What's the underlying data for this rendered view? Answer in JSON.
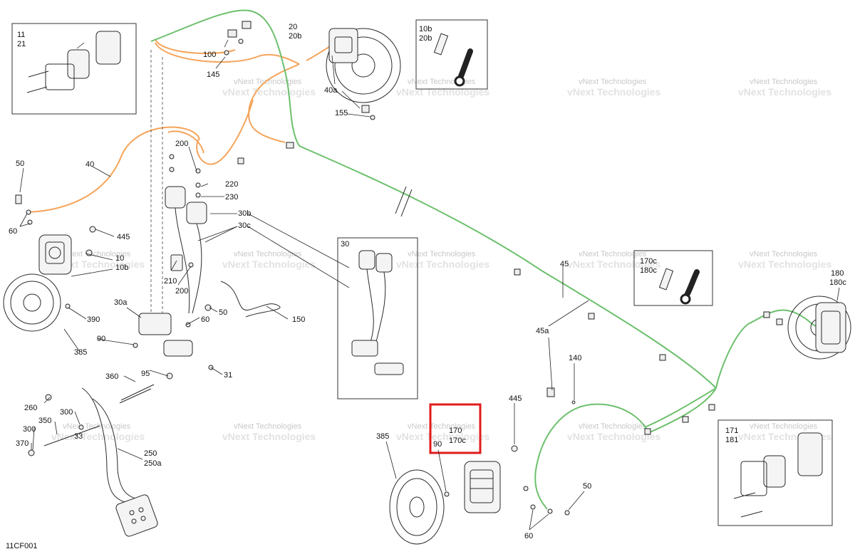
{
  "diagram_code": "11CF001",
  "watermark": {
    "line1": "vNext Technologies",
    "line2": "vNext Technologies"
  },
  "colors": {
    "orange_hose": "#f5a45a",
    "green_hose": "#6cc06c",
    "highlight_box": "#e01b1b"
  },
  "labels": {
    "l_11": "11",
    "l_21": "21",
    "l_20": "20",
    "l_20b": "20b",
    "l_100": "100",
    "l_145": "145",
    "l_40a": "40a",
    "l_155": "155",
    "l_10b_box": "10b",
    "l_20b_box": "20b",
    "l_40": "40",
    "l_50_left": "50",
    "l_60_left": "60",
    "l_200_top": "200",
    "l_220": "220",
    "l_230": "230",
    "l_30b": "30b",
    "l_30c": "30c",
    "l_445_left": "445",
    "l_10": "10",
    "l_10b": "10b",
    "l_210": "210",
    "l_200_mid": "200",
    "l_390": "390",
    "l_385_left": "385",
    "l_30a": "30a",
    "l_90_left": "90",
    "l_95": "95",
    "l_60_mid": "60",
    "l_50_mid": "50",
    "l_150": "150",
    "l_31": "31",
    "l_360": "360",
    "l_260": "260",
    "l_300_a": "300",
    "l_300_b": "300",
    "l_350": "350",
    "l_33": "33",
    "l_370": "370",
    "l_250": "250",
    "l_250a": "250a",
    "l_30_box": "30",
    "l_45": "45",
    "l_45a": "45a",
    "l_140": "140",
    "l_170c_box": "170c",
    "l_180c_box": "180c",
    "l_180": "180",
    "l_180c": "180c",
    "l_385_right": "385",
    "l_90_right": "90",
    "l_170": "170",
    "l_170c": "170c",
    "l_445_right": "445",
    "l_50_right": "50",
    "l_60_right": "60",
    "l_171": "171",
    "l_181": "181"
  }
}
